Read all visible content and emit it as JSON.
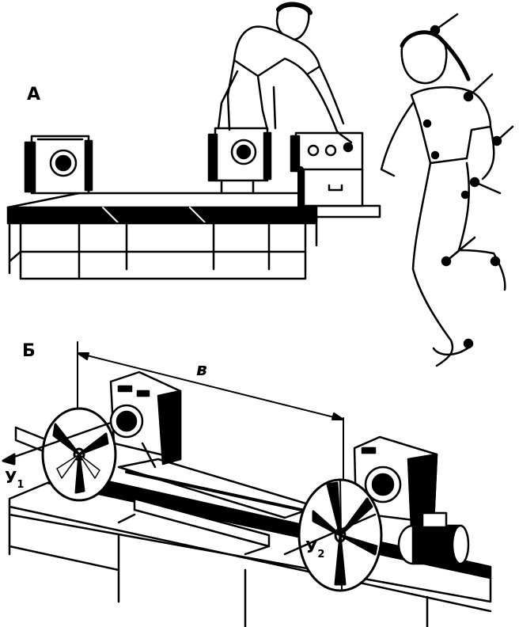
{
  "labels": {
    "panel_a": "А",
    "panel_b": "Б",
    "distance": "в",
    "axis_y1": "У",
    "axis_y1_sub": "1",
    "axis_y2": "У",
    "axis_y2_sub": "2"
  },
  "colors": {
    "ink": "#000000",
    "paper": "#ffffff"
  }
}
